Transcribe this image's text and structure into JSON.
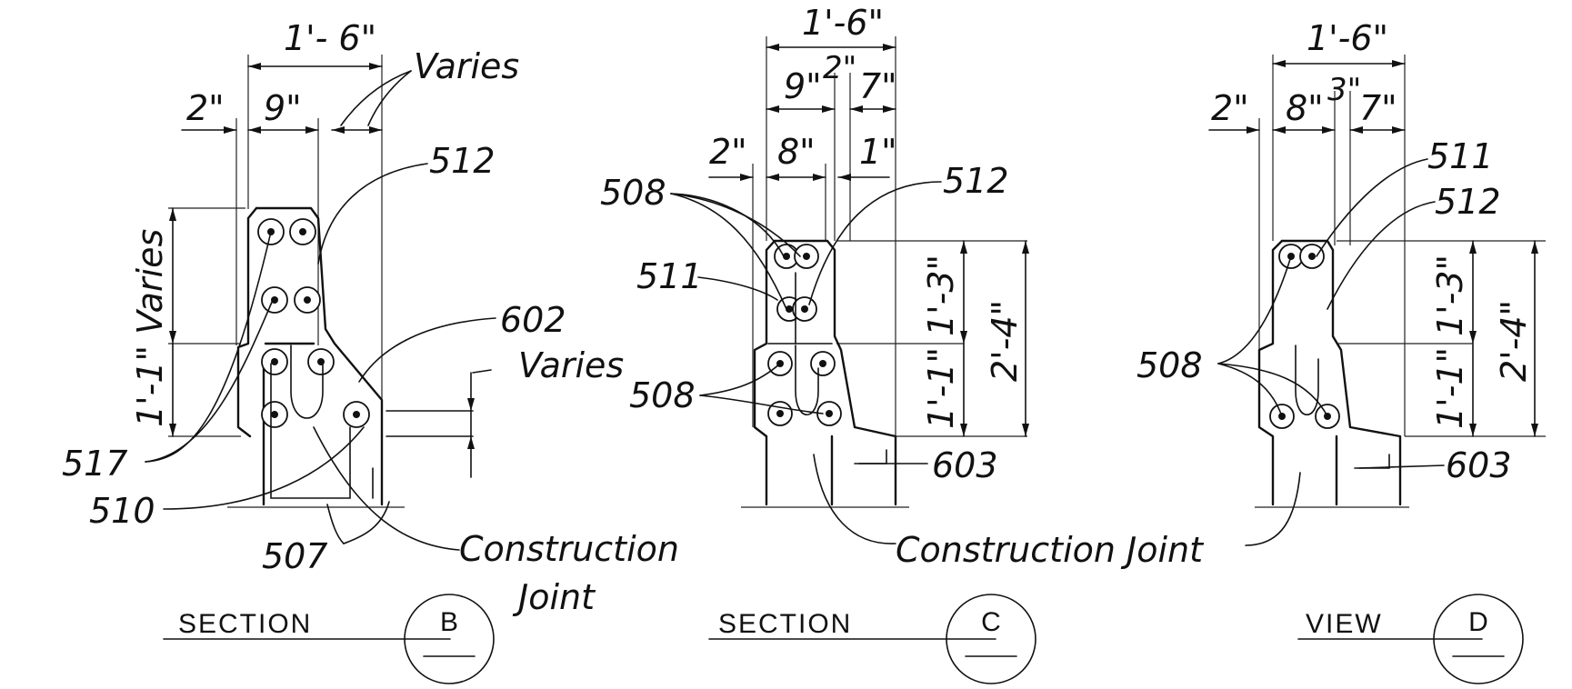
{
  "section_b": {
    "caption": "SECTION",
    "marker": "B",
    "dims": {
      "overall": "1'- 6\"",
      "left_offset": "2\"",
      "inner": "9\"",
      "height_upper": "1'-1\" Varies"
    },
    "notes": {
      "varies_top": "Varies",
      "varies_right": "Varies",
      "joint_line1": "Construction",
      "joint_line2": "Joint"
    },
    "marks": {
      "m512": "512",
      "m602": "602",
      "m517": "517",
      "m510": "510",
      "m507": "507"
    }
  },
  "section_c": {
    "caption": "SECTION",
    "marker": "C",
    "dims": {
      "overall": "1'-6\"",
      "upper_a": "9\"",
      "upper_b": "2\"",
      "upper_c": "7\"",
      "left_offset": "2\"",
      "lower_a": "8\"",
      "lower_b": "1\"",
      "h_top": "1'-3\"",
      "h_bottom": "1'-1\"",
      "h_total": "2'-4\""
    },
    "marks": {
      "m508a": "508",
      "m511": "511",
      "m512": "512",
      "m508b": "508",
      "m603": "603"
    },
    "notes": {
      "joint": "Construction  Joint"
    }
  },
  "view_d": {
    "caption": "VIEW",
    "marker": "D",
    "dims": {
      "overall": "1'-6\"",
      "left_offset": "2\"",
      "a": "8\"",
      "b": "3\"",
      "c": "7\"",
      "h_top": "1'-3\"",
      "h_bottom": "1'-1\"",
      "h_total": "2'-4\""
    },
    "marks": {
      "m511": "511",
      "m512": "512",
      "m508": "508",
      "m603": "603"
    }
  }
}
